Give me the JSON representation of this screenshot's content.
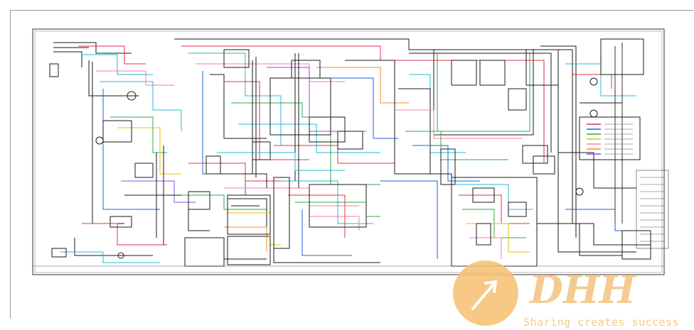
{
  "document": {
    "type": "electrical-schematic",
    "colors": {
      "wire_black": "#1a1a1a",
      "wire_red": "#e0304a",
      "wire_pink": "#ff7aa8",
      "wire_blue": "#1f63d6",
      "wire_cyan": "#22b8d8",
      "wire_green": "#2da84a",
      "wire_yellow": "#e6c000",
      "wire_orange": "#f08c1a",
      "wire_purple": "#8a4fd0",
      "wire_brown": "#8a5a2b",
      "wire_gray": "#8c8c8c",
      "frame": "#333333"
    }
  },
  "watermark": {
    "logo_text": "DHH",
    "tagline": "Sharing creates success",
    "icon": "cursor-arrow-icon",
    "colors": {
      "circle": "#f7c070",
      "logo": "#f3c27e",
      "tagline": "#f4c98a"
    }
  }
}
